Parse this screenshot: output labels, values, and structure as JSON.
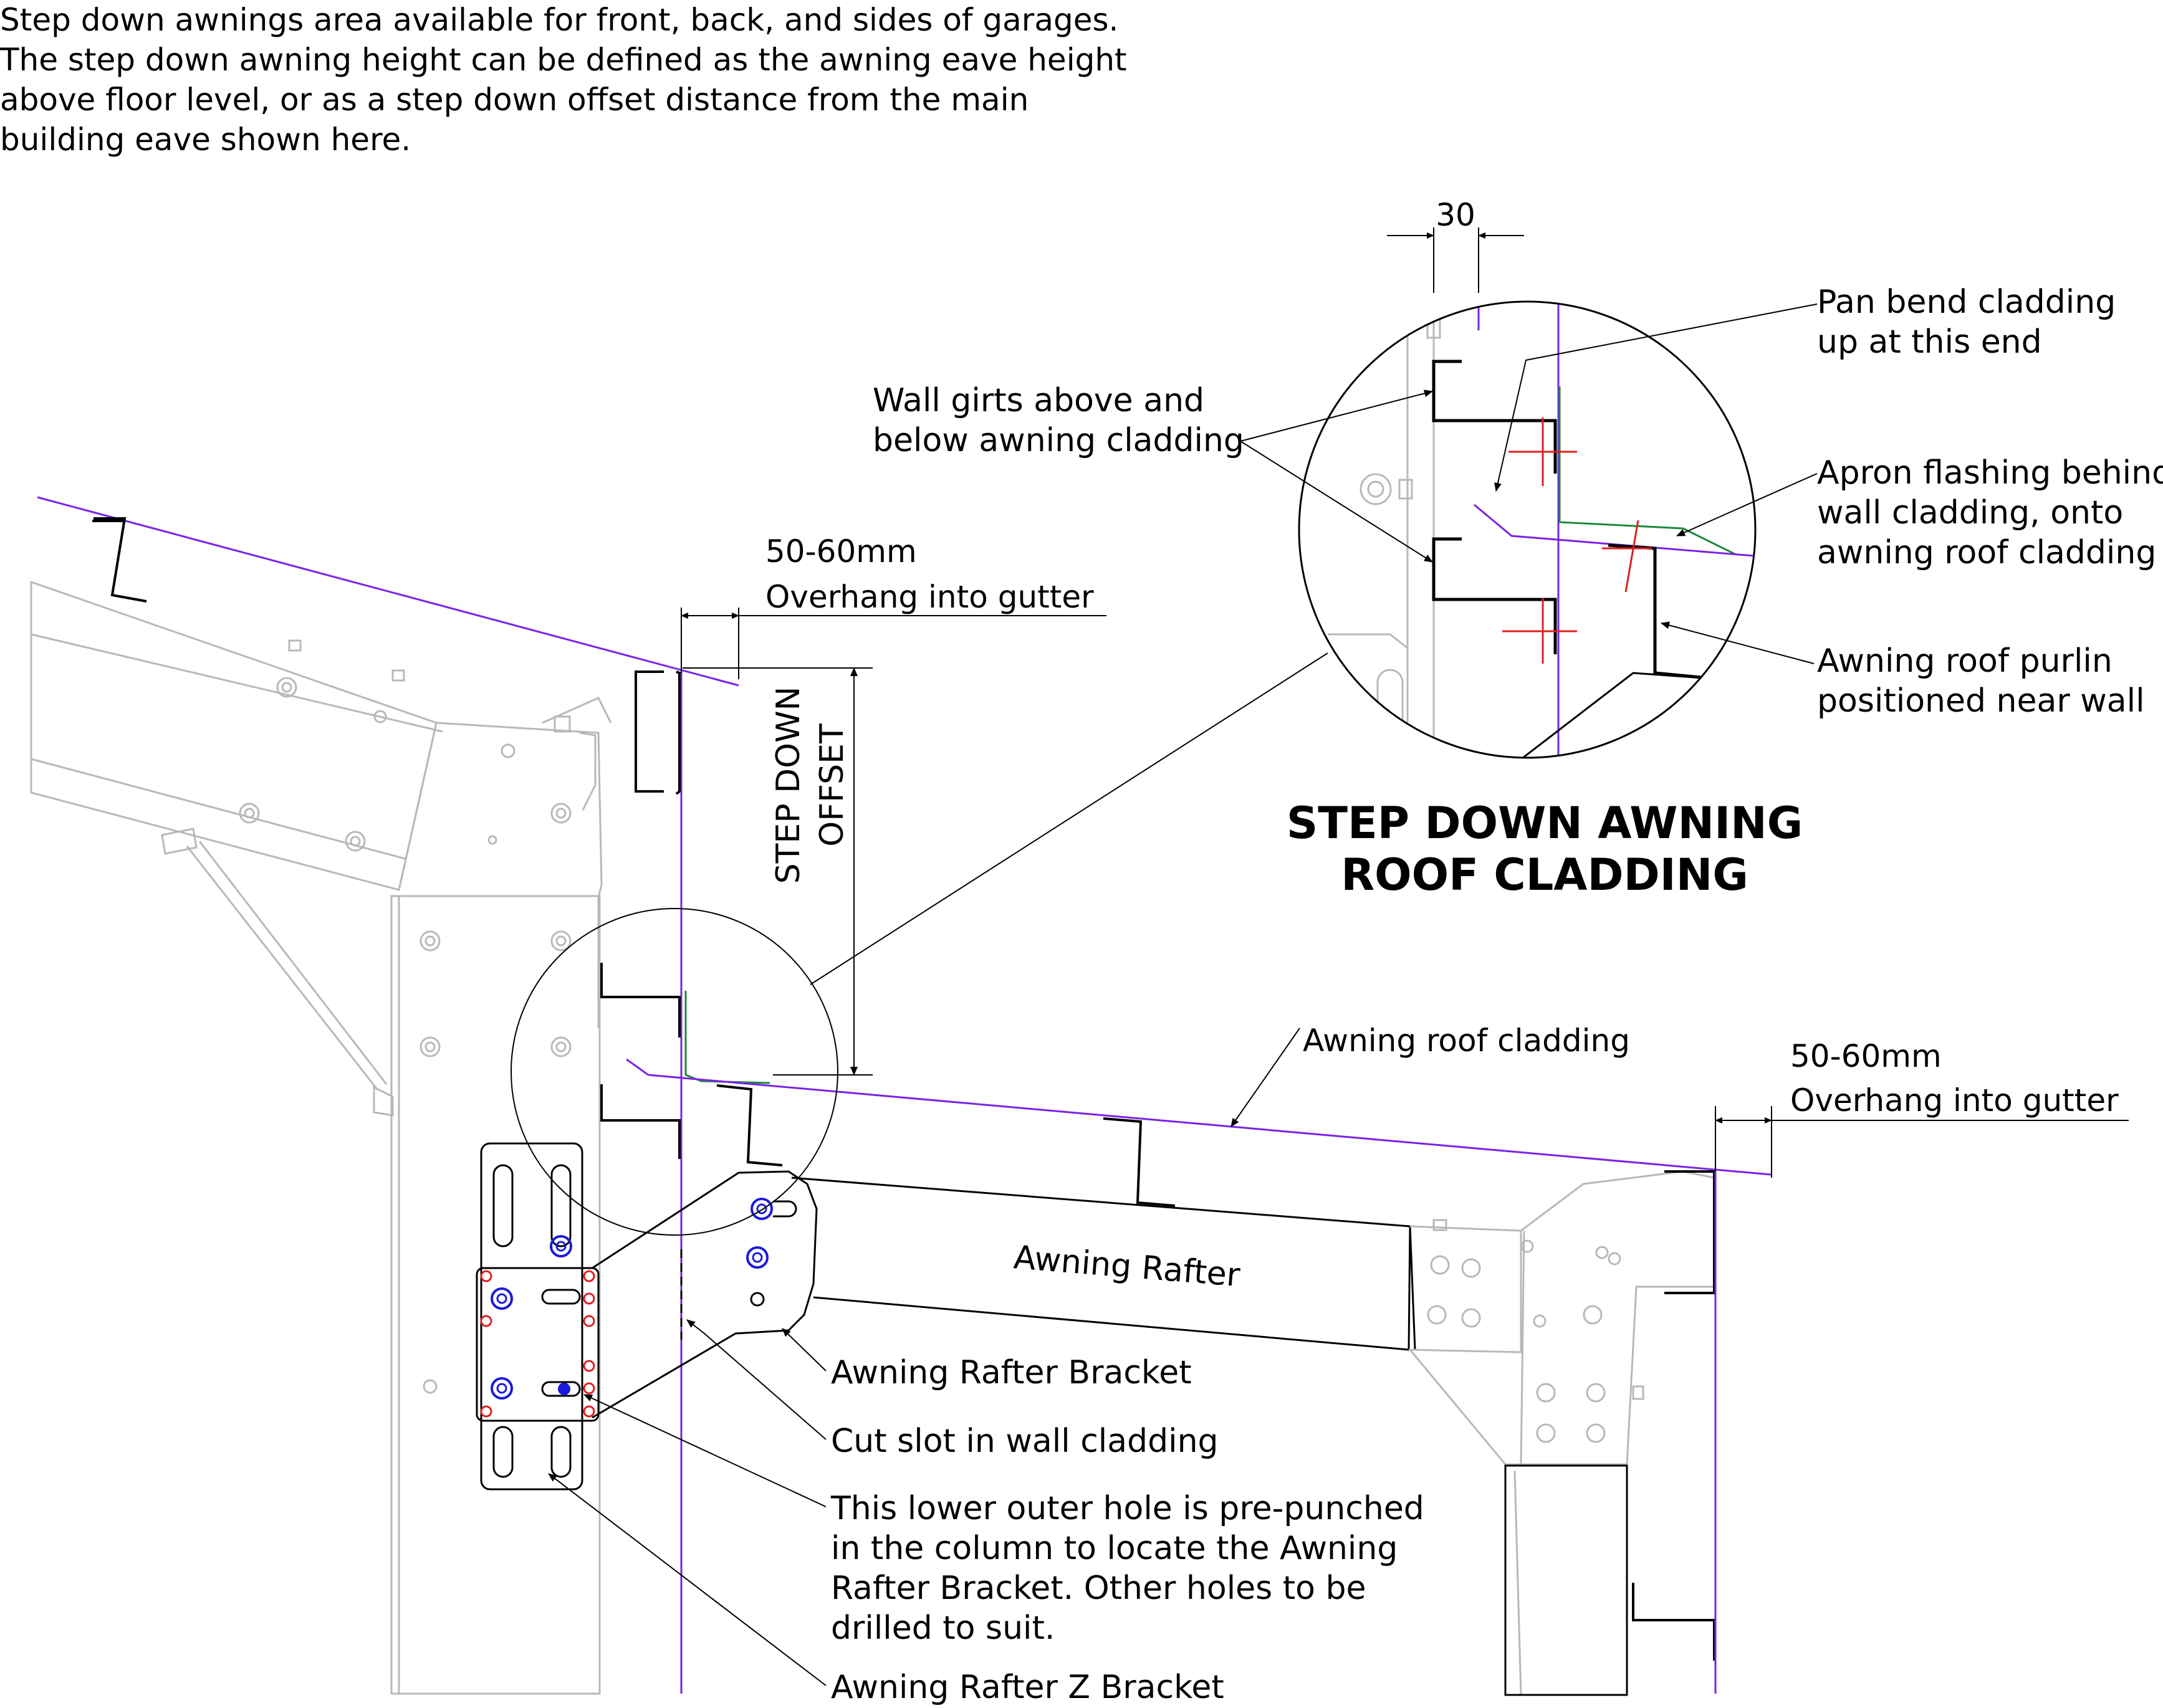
{
  "intro": {
    "lines": [
      "Step down awnings area available for front, back, and sides of garages.",
      "The step down awning height can be defined as the awning eave height",
      "above floor level, or as a step down offset distance from the main",
      "building eave shown here."
    ]
  },
  "labels": {
    "overhang_left": {
      "l1": "50-60mm",
      "l2": "Overhang into gutter"
    },
    "overhang_right": {
      "l1": "50-60mm",
      "l2": "Overhang into gutter"
    },
    "step_down": {
      "l1": "STEP DOWN",
      "l2": "OFFSET"
    },
    "awning_roof_cladding": "Awning roof cladding",
    "awning_rafter": "Awning Rafter",
    "rafter_bracket": "Awning Rafter Bracket",
    "cut_slot": "Cut slot in wall cladding",
    "lower_hole": {
      "l1": "This lower outer hole is pre-punched",
      "l2": "in the column to locate the Awning",
      "l3": "Rafter Bracket. Other holes to be",
      "l4": "drilled to suit."
    },
    "z_bracket": "Awning Rafter Z Bracket",
    "detail_dim": "30",
    "pan_bend": {
      "l1": "Pan bend cladding",
      "l2": "up at this end"
    },
    "wall_girts": {
      "l1": "Wall girts above and",
      "l2": "below awning cladding"
    },
    "apron": {
      "l1": "Apron flashing behind",
      "l2": "wall cladding, onto",
      "l3": "awning roof cladding"
    },
    "purlin": {
      "l1": "Awning roof purlin",
      "l2": "positioned near wall"
    },
    "detail_title": {
      "l1": "STEP DOWN AWNING",
      "l2": "ROOF CLADDING"
    }
  },
  "colors": {
    "cladding": "#7a22e8",
    "flashing": "#1a8a3a",
    "structure": "#b8b8b8",
    "marker": "#e02020",
    "bolt": "#1a1adc",
    "ink": "#000000"
  }
}
